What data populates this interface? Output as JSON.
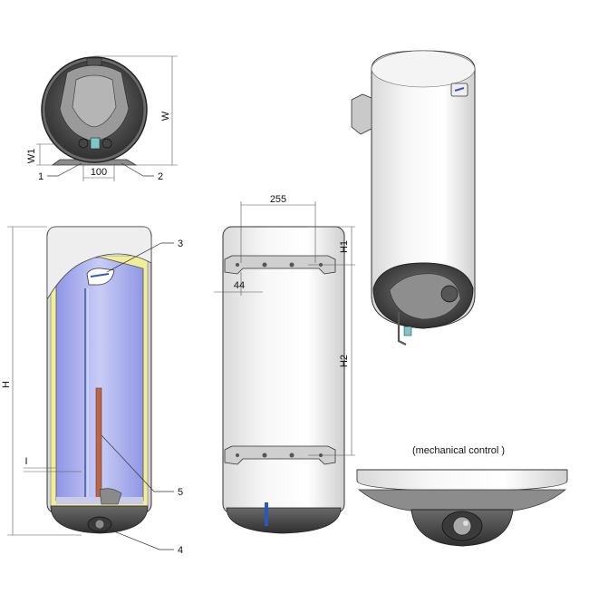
{
  "labels": {
    "part_1": "1",
    "part_2": "2",
    "part_3": "3",
    "part_4": "4",
    "part_5": "5"
  },
  "dimensions": {
    "w": "W",
    "w1": "W1",
    "d100": "100",
    "h": "H",
    "i": "I",
    "d255": "255",
    "d44": "44",
    "h1": "H1",
    "h2": "H2"
  },
  "notes": {
    "mechanical_control": "(mechanical control )"
  }
}
